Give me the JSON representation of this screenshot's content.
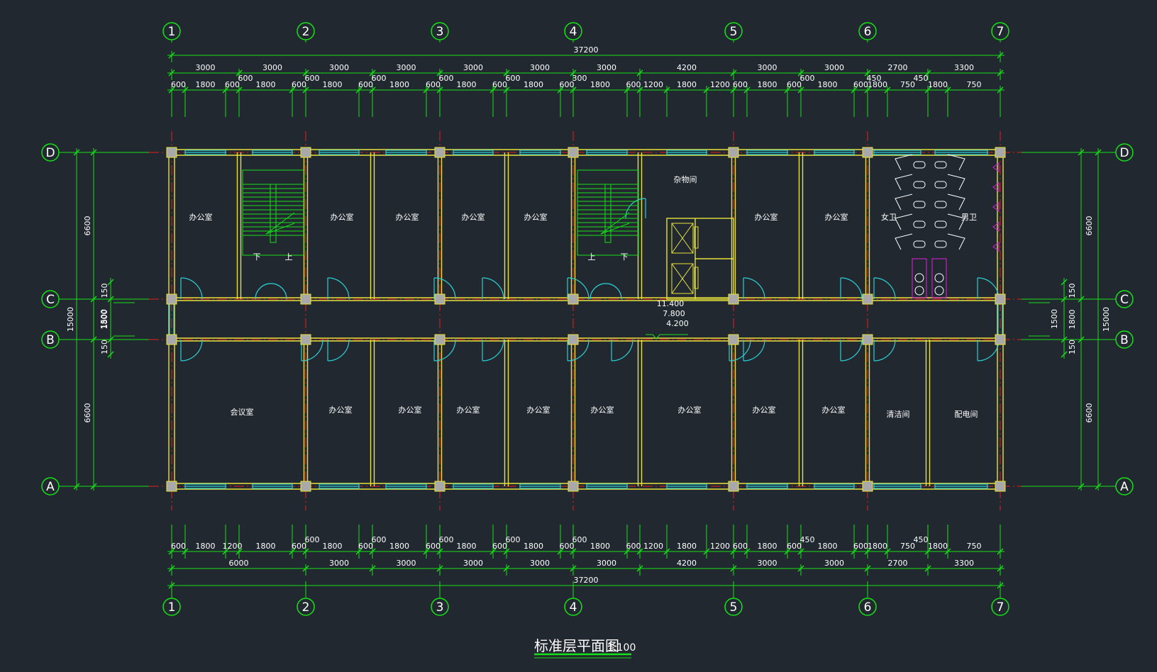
{
  "drawing": {
    "title": "标准层平面图",
    "scale": "1:100"
  },
  "colors": {
    "background": "#212830",
    "wall": "#e8e23a",
    "dimension": "#16e016",
    "axis_line": "#e81c1c",
    "window": "#2ad0d6",
    "door": "#2ad0d6",
    "column": "#a9a9a9",
    "text": "#ffffff",
    "fixture": "#e020e0"
  },
  "axes": {
    "vertical": [
      "1",
      "2",
      "3",
      "4",
      "5",
      "6",
      "7"
    ],
    "horizontal": [
      "D",
      "C",
      "B",
      "A"
    ]
  },
  "dimensions": {
    "top_total": "37200",
    "top_bays": [
      "3000",
      "3000",
      "3000",
      "3000",
      "3000",
      "3000",
      "3000",
      "4200",
      "3000",
      "3000",
      "2700",
      "3300"
    ],
    "top_offsets": [
      "600",
      "600",
      "600",
      "600",
      "600",
      "300",
      "600",
      "450",
      "450"
    ],
    "top_detail": [
      "600",
      "1800",
      "600",
      "1800",
      "600",
      "1800",
      "600",
      "1800",
      "600",
      "1800",
      "600",
      "1800",
      "600",
      "1800",
      "600",
      "1200",
      "1800",
      "1200",
      "600",
      "1800",
      "600",
      "1800",
      "600",
      "1800",
      "750",
      "1800",
      "750"
    ],
    "bottom_detail": [
      "600",
      "1800",
      "1200",
      "1800",
      "600",
      "1800",
      "600",
      "1800",
      "600",
      "1800",
      "600",
      "1800",
      "600",
      "1800",
      "600",
      "1200",
      "1800",
      "1200",
      "600",
      "1800",
      "600",
      "1800",
      "600",
      "1800",
      "750",
      "1800",
      "750"
    ],
    "bottom_offsets": [
      "600",
      "600",
      "600",
      "600",
      "600",
      "450",
      "450"
    ],
    "bottom_bays": [
      "6000",
      "3000",
      "3000",
      "3000",
      "3000",
      "3000",
      "4200",
      "3000",
      "3000",
      "2700",
      "3300"
    ],
    "bottom_total": "37200",
    "left_outer": [
      "6600",
      "15000",
      "6600"
    ],
    "left_inner": [
      "150",
      "1800",
      "1500",
      "150"
    ],
    "right_outer": [
      "6600",
      "15000",
      "6600"
    ],
    "right_inner": [
      "150",
      "1500",
      "1800",
      "150"
    ]
  },
  "rooms": {
    "north": [
      "办公室",
      "办公室",
      "办公室",
      "办公室",
      "办公室",
      "杂物间",
      "办公室",
      "办公室",
      "女卫",
      "男卫"
    ],
    "south": [
      "会议室",
      "办公室",
      "办公室",
      "办公室",
      "办公室",
      "办公室",
      "办公室",
      "办公室",
      "办公室",
      "清洁间",
      "配电间"
    ],
    "stair_labels": [
      "下",
      "上",
      "上",
      "下"
    ]
  },
  "levels": [
    "11.400",
    "7.800",
    "4.200"
  ]
}
